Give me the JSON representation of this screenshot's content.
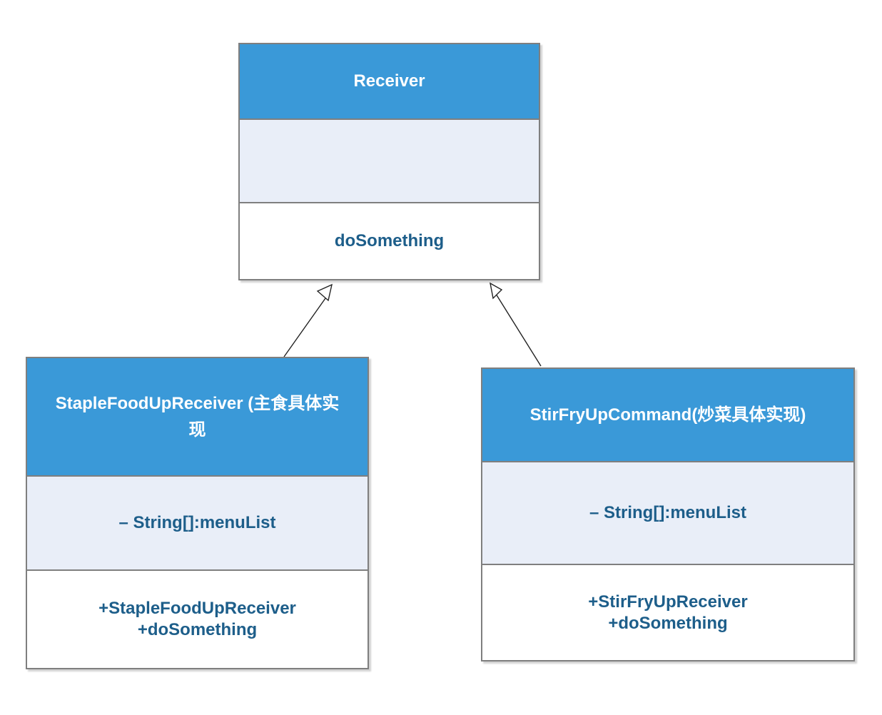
{
  "diagram": {
    "kind": "uml-class-diagram",
    "colors": {
      "class_header_fill": "#3A99D8",
      "attribute_section_fill": "#E9EEF8",
      "method_section_fill": "#FFFFFF",
      "border": "#7F7F7F",
      "header_text": "#FFFFFF",
      "body_text": "#1D5E8A",
      "edge": "#222222"
    },
    "classes": [
      {
        "id": "receiver",
        "name": "Receiver",
        "attributes": [],
        "methods": [
          "doSomething"
        ]
      },
      {
        "id": "staple-food-up-receiver",
        "name": "StapleFoodUpReceiver (主食具体实现",
        "attributes": [
          "– String[]:menuList"
        ],
        "methods": [
          "+StapleFoodUpReceiver",
          "+doSomething"
        ]
      },
      {
        "id": "stir-fry-up-command",
        "name": "StirFryUpCommand(炒菜具体实现)",
        "attributes": [
          "– String[]:menuList"
        ],
        "methods": [
          "+StirFryUpReceiver",
          "+doSomething"
        ]
      }
    ],
    "relations": [
      {
        "from": "staple-food-up-receiver",
        "to": "receiver",
        "type": "generalization",
        "arrowhead": "hollow-triangle"
      },
      {
        "from": "stir-fry-up-command",
        "to": "receiver",
        "type": "generalization",
        "arrowhead": "hollow-triangle"
      }
    ]
  }
}
